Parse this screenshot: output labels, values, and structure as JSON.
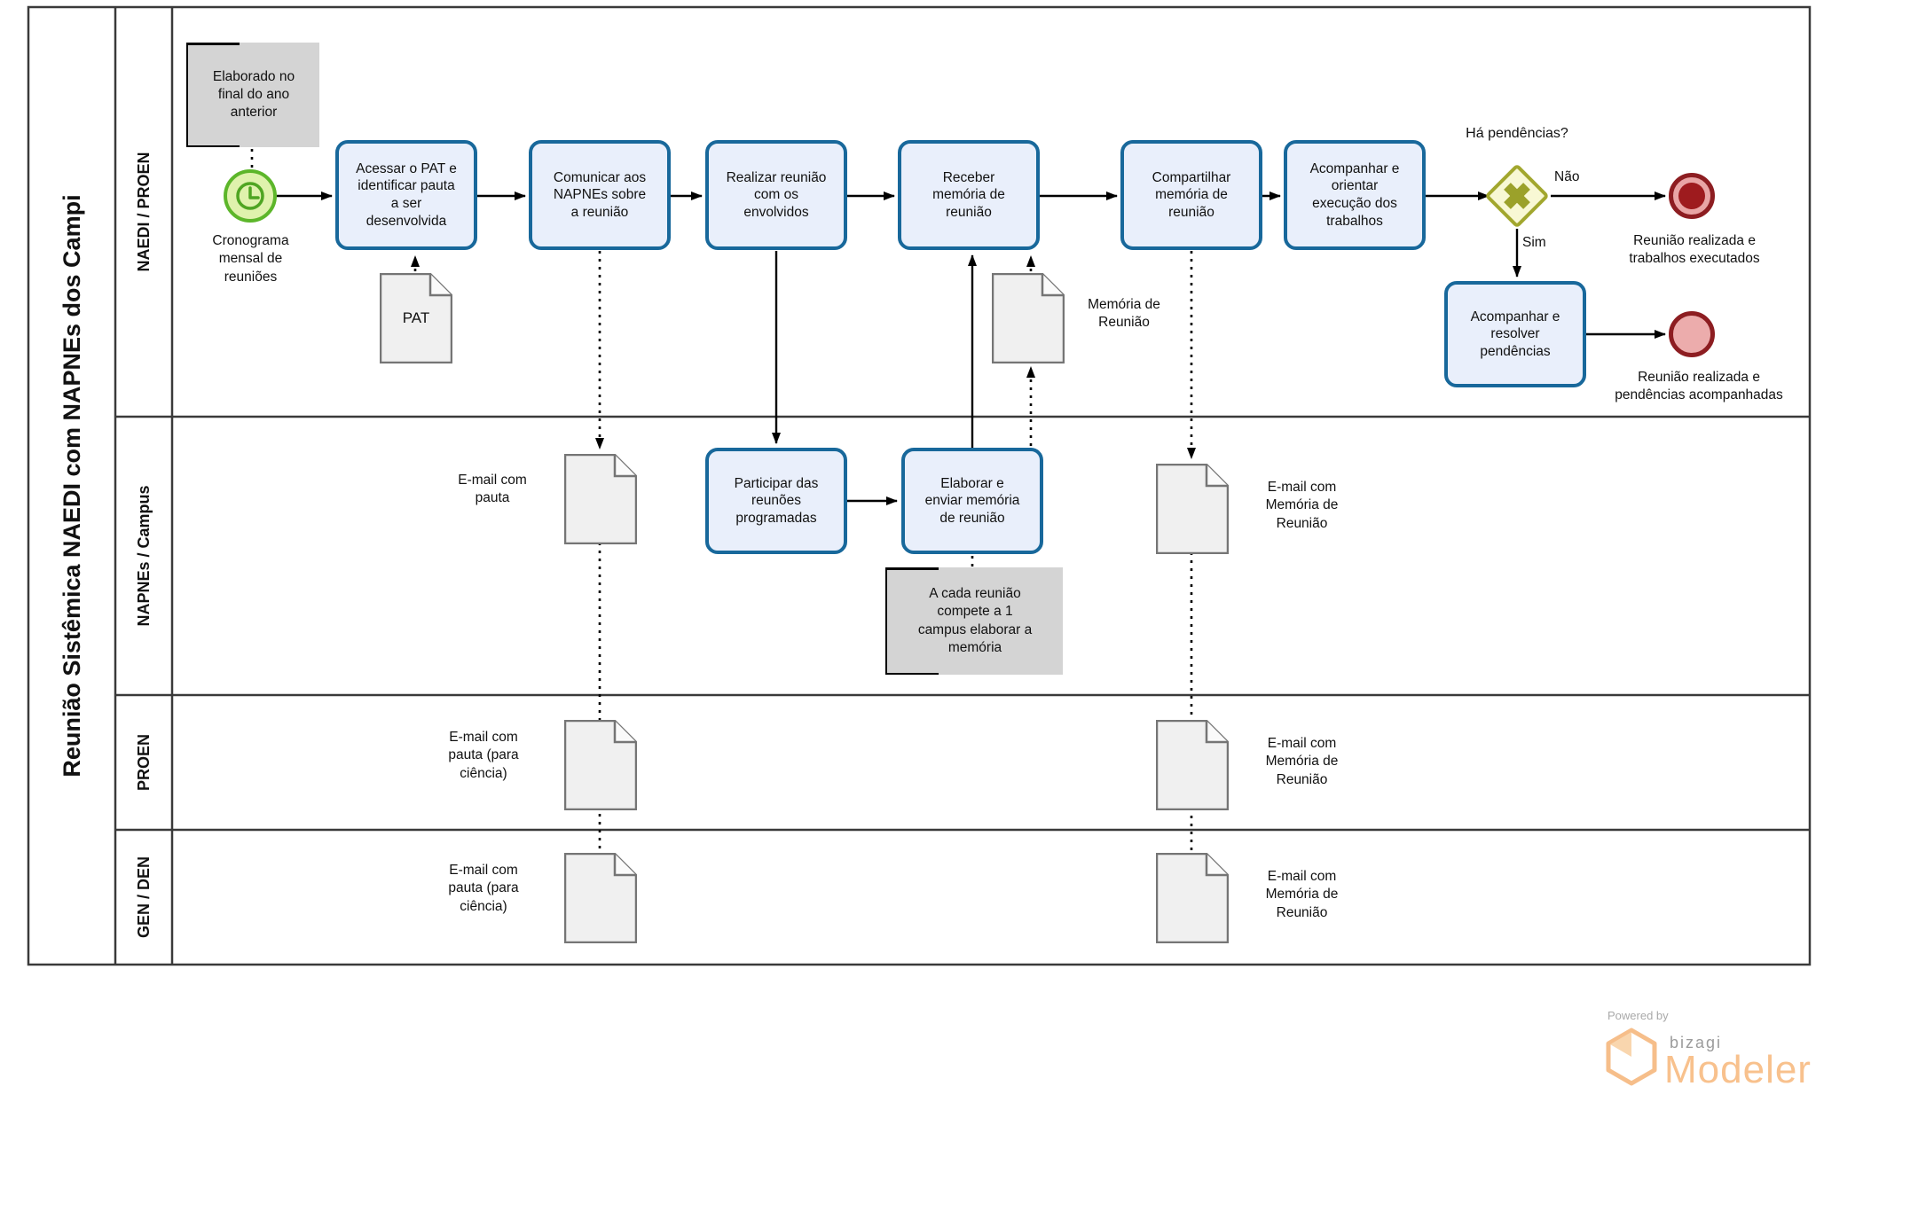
{
  "pool": {
    "title": "Reunião Sistêmica NAEDI com NAPNEs dos Campi"
  },
  "lanes": [
    {
      "label": "NAEDI / PROEN"
    },
    {
      "label": "NAPNEs / Campus"
    },
    {
      "label": "PROEN"
    },
    {
      "label": "GEN / DEN"
    }
  ],
  "nodes": {
    "annotation_elaborado": "Elaborado no\nfinal do ano\nanterior",
    "start_label": "Cronograma\nmensal de\nreuniões",
    "task_acessar": "Acessar o PAT e\nidentificar pauta\na ser\ndesenvolvida",
    "doc_pat": "PAT",
    "task_comunicar": "Comunicar aos\nNAPNEs sobre\na reunião",
    "task_realizar": "Realizar reunião\ncom os\nenvolvidos",
    "task_receber": "Receber\nmemória de\nreunião",
    "doc_memoria": "Memória de\nReunião",
    "task_compartilhar": "Compartilhar\nmemória de\nreunião",
    "task_acompanhar_orientar": "Acompanhar e\norientar\nexecução dos\ntrabalhos",
    "gateway_question": "Há pendências?",
    "label_nao": "Não",
    "label_sim": "Sim",
    "end_trabalhos": "Reunião realizada e\ntrabalhos executados",
    "task_acompanhar_resolver": "Acompanhar e\nresolver\npendências",
    "end_pendencias": "Reunião realizada e\npendências acompanhadas",
    "doc_email_pauta": "E-mail com\npauta",
    "task_participar": "Participar das\nreunões\nprogramadas",
    "task_elaborar": "Elaborar e\nenviar memória\nde reunião",
    "annotation_cada_reuniao": "A cada reunião\ncompete a 1\ncampus elaborar a\nmemória",
    "doc_email_memoria": "E-mail com\nMemória de\nReunião",
    "doc_email_pauta_ciencia": "E-mail com\npauta (para\nciência)"
  },
  "footer": {
    "powered_by": "Powered by",
    "brand": "bizagi",
    "product": "Modeler"
  },
  "colors": {
    "task_border": "#18689B",
    "task_fill": "#E9EFFB",
    "start_border": "#5CB62A",
    "start_fill": "#DFF2AD",
    "gateway_border": "#A2A72E",
    "gateway_fill": "#F8F8D4",
    "end_border": "#8D1D21",
    "end_fill": "#ECACAC",
    "end_core": "#9E1B1E",
    "doc_fill": "#F0F0F0",
    "doc_border": "#757575",
    "annotation_fill": "#D4D4D4",
    "brand_orange": "#F8C18D",
    "brand_gray": "#9B9B9B"
  }
}
